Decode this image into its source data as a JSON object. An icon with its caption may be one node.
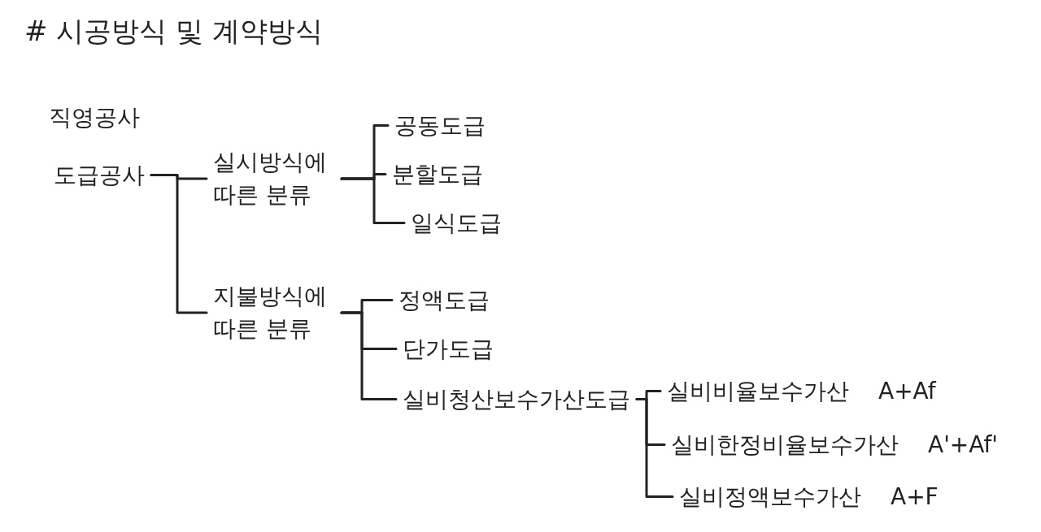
{
  "diagram": {
    "title": "# 시공방식 및 계약방식",
    "nodes": [
      {
        "text": [
          "도급공사"
        ]
      },
      {
        "text": [
          "실시방식에 따른 분류"
        ]
      },
      {
        "text": [
          "지불방식에 따른 분류"
        ]
      },
      {
        "text": [
          "공동도급"
        ]
      },
      {
        "text": [
          "분할도급"
        ]
      },
      {
        "text": [
          "일식도급"
        ]
      },
      {
        "text": [
          "정액도급"
        ]
      },
      {
        "text": [
          "단가도급"
        ]
      },
      {
        "text": [
          "실비청산보수가산도급"
        ]
      },
      {
        "text": [
          "실비비율보수가산",
          "A+Af"
        ]
      },
      {
        "text": [
          "실비한정비율보수가산",
          "A'+Af'"
        ]
      },
      {
        "text": [
          "실비정액보수가산",
          "A+F"
        ]
      }
    ],
    "edges": [
      {
        "from": 0,
        "to": 1,
        "arrow": "none"
      },
      {
        "from": 0,
        "to": 2,
        "arrow": "none"
      },
      {
        "from": 1,
        "to": 3,
        "arrow": "none"
      },
      {
        "from": 1,
        "to": 4,
        "arrow": "none"
      },
      {
        "from": 1,
        "to": 5,
        "arrow": "none"
      },
      {
        "from": 2,
        "to": 6,
        "arrow": "none"
      },
      {
        "from": 2,
        "to": 7,
        "arrow": "none"
      },
      {
        "from": 2,
        "to": 8,
        "arrow": "none"
      },
      {
        "from": 8,
        "to": 9,
        "arrow": "none"
      },
      {
        "from": 8,
        "to": 10,
        "arrow": "none"
      },
      {
        "from": 8,
        "to": 11,
        "arrow": "none"
      }
    ],
    "labels": [
      "직영공사"
    ]
  }
}
